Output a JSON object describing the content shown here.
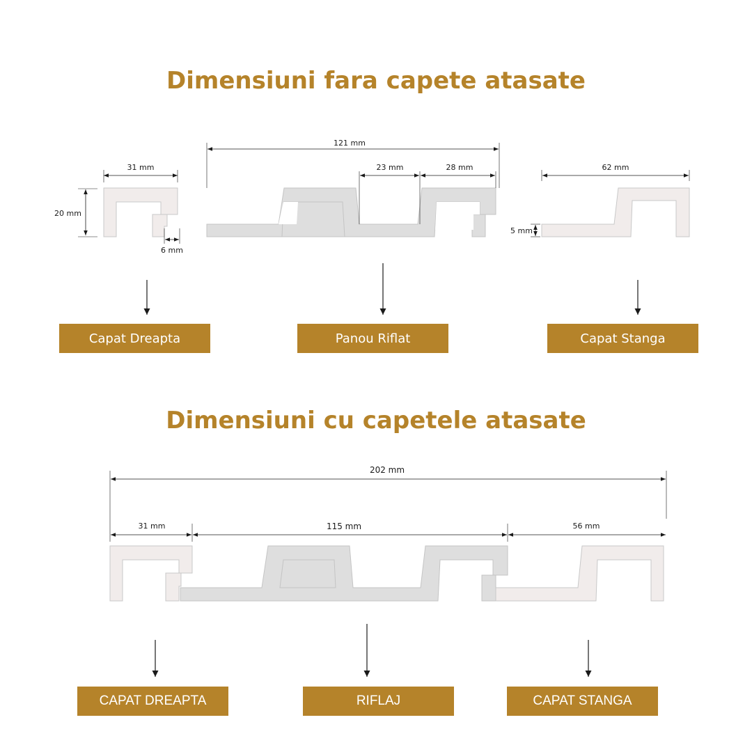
{
  "colors": {
    "accent": "#b5832a",
    "panel_gray": "#dedede",
    "panel_light": "#f1eceb",
    "outline": "#c4c4c4",
    "line": "#1a1a1a"
  },
  "section_top": {
    "title": "Dimensiuni fara capete atasate",
    "dims": {
      "right_cap_width": "31 mm",
      "right_cap_height": "20 mm",
      "right_cap_slot": "6 mm",
      "panel_width": "121 mm",
      "panel_gap": "23 mm",
      "panel_rib": "28 mm",
      "left_cap_width": "62 mm",
      "left_cap_base": "5 mm"
    },
    "labels": {
      "right_cap": "Capat Dreapta",
      "panel": "Panou Riflat",
      "left_cap": "Capat Stanga"
    }
  },
  "section_bottom": {
    "title": "Dimensiuni cu capetele atasate",
    "dims": {
      "total_width": "202 mm",
      "right_cap": "31 mm",
      "panel": "115 mm",
      "left_cap": "56 mm"
    },
    "labels": {
      "right_cap": "CAPAT DREAPTA",
      "panel": "RIFLAJ",
      "left_cap": "CAPAT STANGA"
    }
  }
}
